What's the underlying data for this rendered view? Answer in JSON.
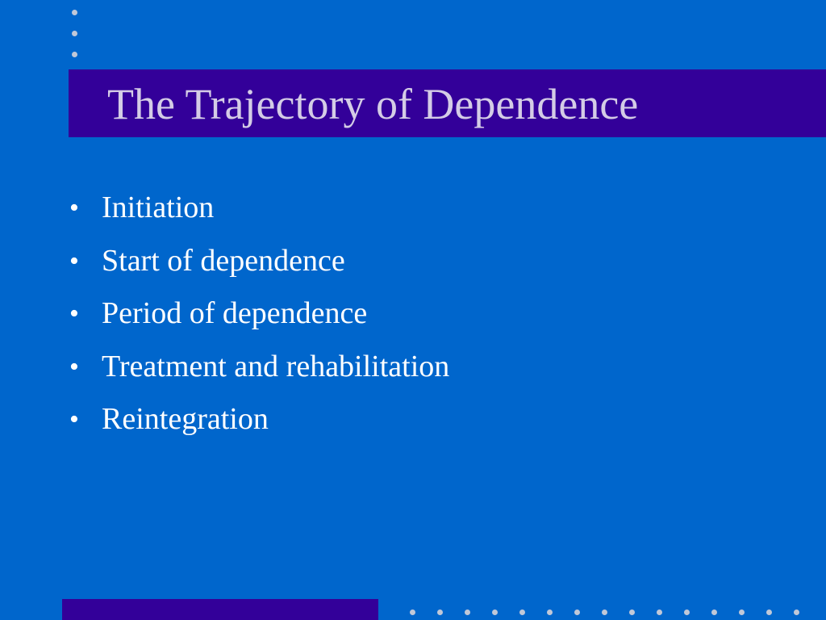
{
  "slide": {
    "title": "The Trajectory of Dependence",
    "bullet_glyph": "•",
    "bullets": [
      "Initiation",
      "Start of dependence",
      "Period of dependence",
      "Treatment and rehabilitation",
      "Reintegration"
    ]
  },
  "colors": {
    "background": "#0066cc",
    "band": "#330099",
    "title_text": "#d4cce6",
    "body_text": "#ffffff",
    "dots": "#c0c8d8"
  }
}
